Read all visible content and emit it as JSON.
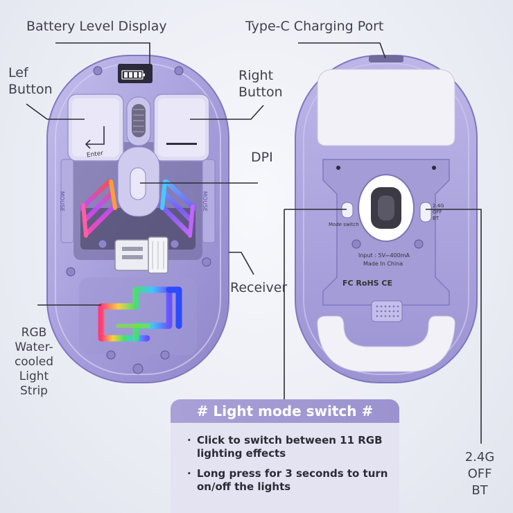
{
  "labels": {
    "battery": "Battery Level Display",
    "typec": "Type-C Charging Port",
    "left_button": [
      "Lef",
      "Button"
    ],
    "right_button": [
      "Right",
      "Button"
    ],
    "dpi": "DPI",
    "receiver": "Receiver",
    "rgb_strip": [
      "RGB",
      "Water-",
      "cooled",
      "Light",
      "Strip"
    ],
    "mode_bt": [
      "2.4G",
      "OFF",
      "BT"
    ]
  },
  "mouse_front": {
    "enter_key": "Enter",
    "side_text_left": "MOUSE",
    "side_text_right": "MOUSE"
  },
  "mouse_back": {
    "mode_switch": "Mode switch",
    "switch_positions": [
      "2.4G",
      "OFF",
      "BT"
    ],
    "input": "Input : 5V⎓400mA",
    "made_in": "Made In China",
    "certifications": "FC RoHS CE"
  },
  "panel": {
    "title": "# Light mode switch #",
    "bullet_mark": "·",
    "bullets": [
      [
        "Click to switch between 11 RGB",
        "lighting effects"
      ],
      [
        "Long press for 3 seconds to turn",
        "on/off the lights"
      ]
    ]
  },
  "colors": {
    "shell": "#a9a2dc",
    "shell_dark": "#8d85c8",
    "panel_header": "#a19ad3",
    "panel_bg": "#e3e3f2"
  }
}
